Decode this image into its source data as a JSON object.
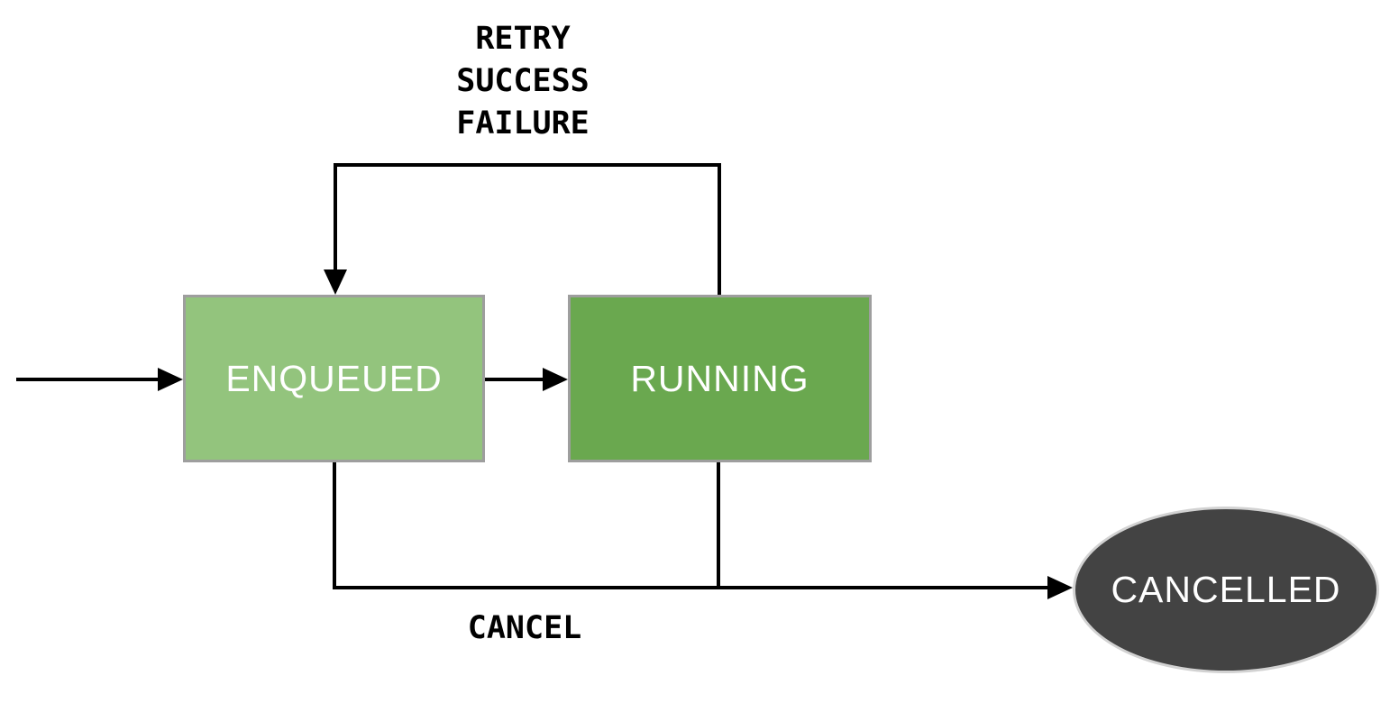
{
  "diagram": {
    "background_color": "#ffffff",
    "edge_color": "#000000",
    "edge_label_color": "#000000",
    "nodes": [
      {
        "id": "enqueued",
        "label": "ENQUEUED",
        "shape": "rectangle",
        "fill": "#93c47d",
        "border_color": "#9e9e9e",
        "text_color": "#ffffff"
      },
      {
        "id": "running",
        "label": "RUNNING",
        "shape": "rectangle",
        "fill": "#6aa84f",
        "border_color": "#9e9e9e",
        "text_color": "#ffffff"
      },
      {
        "id": "cancelled",
        "label": "CANCELLED",
        "shape": "ellipse",
        "fill": "#434343",
        "border_color": "#d2d2d2",
        "text_color": "#ffffff"
      }
    ],
    "edges": [
      {
        "from": "start",
        "to": "enqueued",
        "labels": []
      },
      {
        "from": "enqueued",
        "to": "running",
        "labels": []
      },
      {
        "from": "running",
        "to": "enqueued",
        "labels": [
          "RETRY",
          "SUCCESS",
          "FAILURE"
        ]
      },
      {
        "from": "enqueued",
        "also_from": "running",
        "to": "cancelled",
        "labels": [
          "CANCEL"
        ]
      }
    ]
  }
}
